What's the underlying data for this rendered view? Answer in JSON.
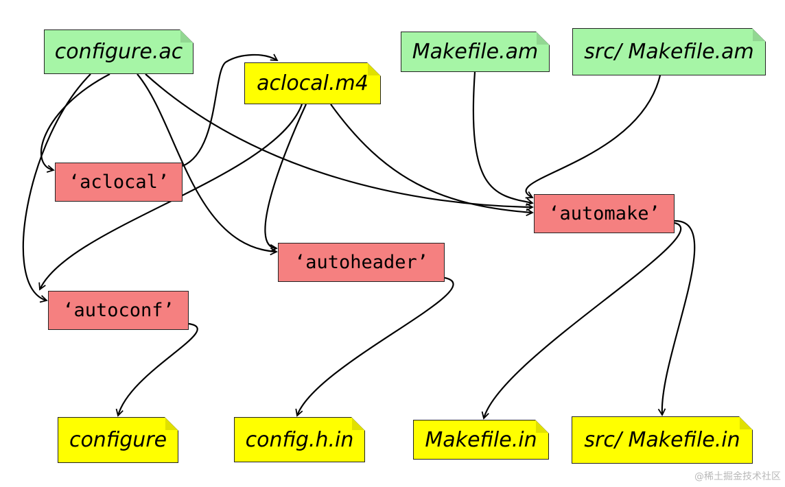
{
  "nodes": {
    "configure_ac": "configure.ac",
    "aclocal_m4": "aclocal.m4",
    "makefile_am": "Makefile.am",
    "src_makefile_am": "src/ Makefile.am",
    "aclocal": "‘aclocal’",
    "automake": "‘automake’",
    "autoheader": "‘autoheader’",
    "autoconf": "‘autoconf’",
    "configure": "configure",
    "config_h_in": "config.h.in",
    "makefile_in": "Makefile.in",
    "src_makefile_in": "src/ Makefile.in"
  },
  "colors": {
    "source_file": "#a6f5a6",
    "generated_file": "#ffff00",
    "program": "#f58080",
    "edge": "#000000"
  },
  "edges": [
    {
      "from": "configure.ac",
      "to": "‘aclocal’"
    },
    {
      "from": "configure.ac",
      "to": "‘autoconf’"
    },
    {
      "from": "configure.ac",
      "to": "‘autoheader’"
    },
    {
      "from": "configure.ac",
      "to": "‘automake’"
    },
    {
      "from": "‘aclocal’",
      "to": "aclocal.m4"
    },
    {
      "from": "aclocal.m4",
      "to": "‘autoconf’"
    },
    {
      "from": "aclocal.m4",
      "to": "‘autoheader’"
    },
    {
      "from": "aclocal.m4",
      "to": "‘automake’"
    },
    {
      "from": "Makefile.am",
      "to": "‘automake’"
    },
    {
      "from": "src/ Makefile.am",
      "to": "‘automake’"
    },
    {
      "from": "‘autoconf’",
      "to": "configure"
    },
    {
      "from": "‘autoheader’",
      "to": "config.h.in"
    },
    {
      "from": "‘automake’",
      "to": "Makefile.in"
    },
    {
      "from": "‘automake’",
      "to": "src/ Makefile.in"
    }
  ],
  "watermark": "@稀土掘金技术社区"
}
